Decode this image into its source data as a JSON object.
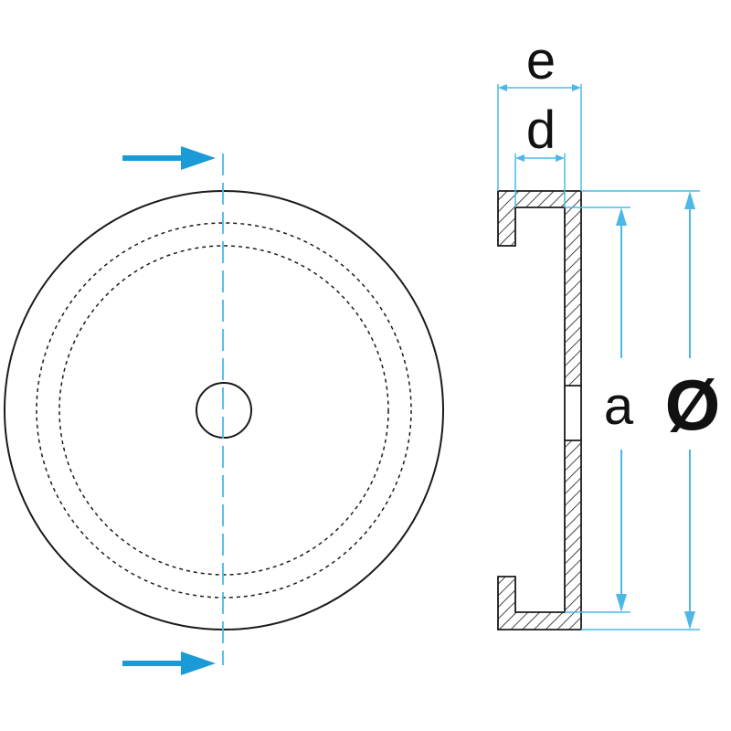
{
  "labels": {
    "e": "e",
    "d": "d",
    "a": "a",
    "diameter": "Ø"
  },
  "colors": {
    "outline": "#1a1a1a",
    "dimension": "#4db8e8",
    "arrow": "#1a9ad6",
    "hatch": "#1a1a1a",
    "background": "#ffffff"
  }
}
